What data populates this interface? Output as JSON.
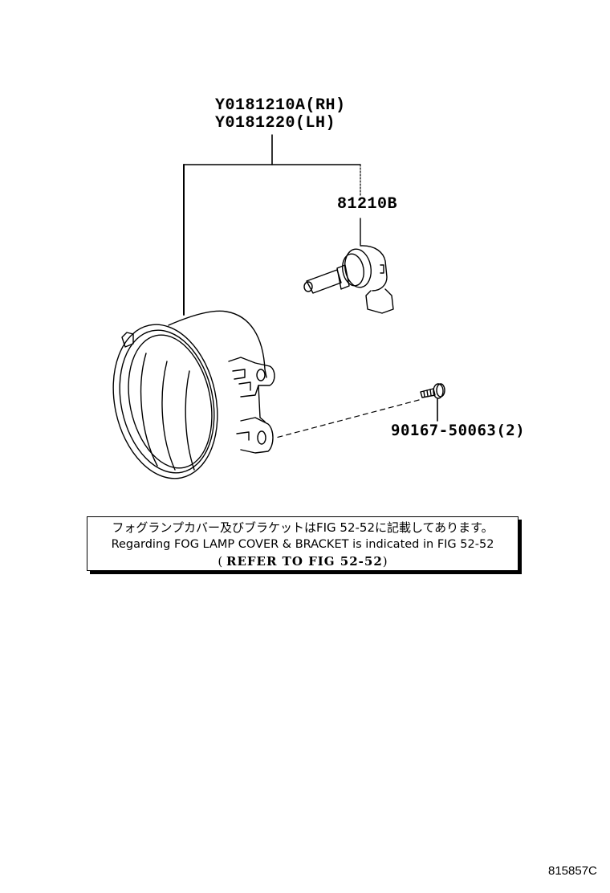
{
  "diagram": {
    "type": "parts-exploded-view",
    "subject": "Fog lamp assembly",
    "figure_id": "815857C"
  },
  "callouts": {
    "lamp_assembly": {
      "part_rh": "Y0181210A(RH)",
      "part_lh": "Y0181220(LH)"
    },
    "bulb": {
      "part": "81210B"
    },
    "bolt": {
      "part": "90167-50063(2)"
    }
  },
  "note": {
    "japanese": "フォグランプカバー及びブラケットはFIG 52-52に記載してあります。",
    "english": "Regarding FOG LAMP COVER & BRACKET is indicated in FIG 52-52",
    "ref_open": "( ",
    "ref_text": "REFER TO FIG 52-52",
    "ref_close": ")"
  },
  "colors": {
    "line": "#000000",
    "background": "#ffffff"
  }
}
